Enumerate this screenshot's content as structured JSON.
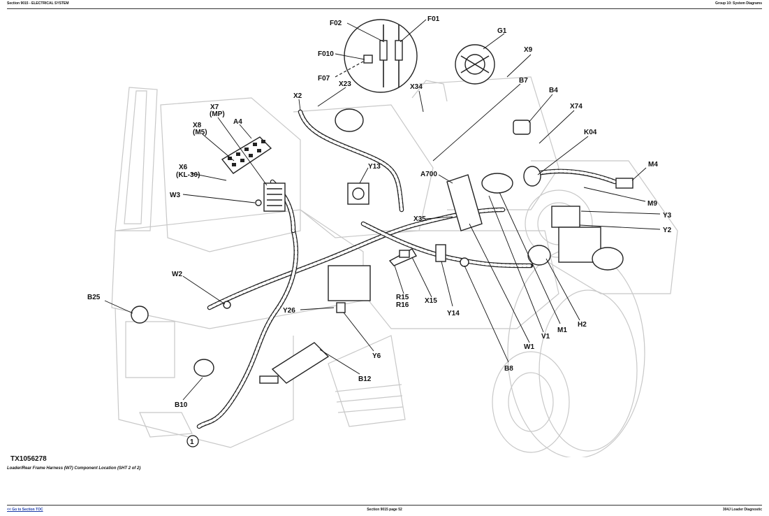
{
  "header": {
    "left": "Section 9015 - ELECTRICAL SYSTEM",
    "right": "Group 10: System Diagrams"
  },
  "figure": {
    "id": "TX1056278",
    "caption": "Loader/Rear Frame Harness (W7) Component Location (SHT 2 of 2)"
  },
  "labels": {
    "F02": "F02",
    "F01": "F01",
    "F010": "F010",
    "F07": "F07",
    "G1": "G1",
    "X9": "X9",
    "X23": "X23",
    "X2": "X2",
    "X34": "X34",
    "B7": "B7",
    "B4": "B4",
    "X74": "X74",
    "X7": "X7",
    "MP": "(MP)",
    "A4": "A4",
    "X8": "X8",
    "M5": "(M5)",
    "K04": "K04",
    "X6": "X6",
    "KL30": "(KL-30)",
    "Y13": "Y13",
    "A700": "A700",
    "M4": "M4",
    "W3": "W3",
    "M9": "M9",
    "Y3": "Y3",
    "X35": "X35",
    "Y2": "Y2",
    "W2": "W2",
    "R15": "R15",
    "R16": "R16",
    "X15": "X15",
    "B25": "B25",
    "Y26": "Y26",
    "Y14": "Y14",
    "H2": "H2",
    "M1": "M1",
    "V1": "V1",
    "W1": "W1",
    "Y6": "Y6",
    "B8": "B8",
    "B12": "B12",
    "B10": "B10",
    "callout1": "1"
  },
  "footer": {
    "link": "<< Go to Section TOC",
    "page": "Section 9015 page 52",
    "right": "304J Loader Diagnostic"
  }
}
